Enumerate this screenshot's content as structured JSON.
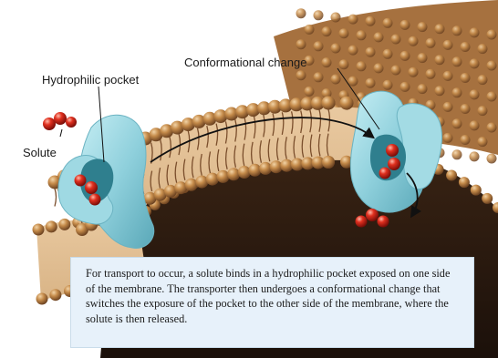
{
  "figure": {
    "labels": {
      "conformational_change": "Conformational change",
      "hydrophilic_pocket": "Hydrophilic pocket",
      "solute": "Solute"
    },
    "caption": "For transport to occur, a solute binds in a hydrophilic pocket exposed on one side of the membrane. The transporter then undergoes a conformational change that switches the exposure of the pocket to the other side of the membrane, where the solute is then released.",
    "colors": {
      "lipid_head": "#b07a3c",
      "lipid_tail": "#8a5a34",
      "interior": "#2a1a10",
      "protein": "#8fd0dc",
      "protein_dark": "#2f7f8e",
      "solute": "#d22a1e",
      "caption_background": "#e7f1fa",
      "arrow": "#111111"
    },
    "icons": [
      "transporter-protein-icon",
      "solute-molecule-icon",
      "curved-arrow-icon"
    ]
  }
}
